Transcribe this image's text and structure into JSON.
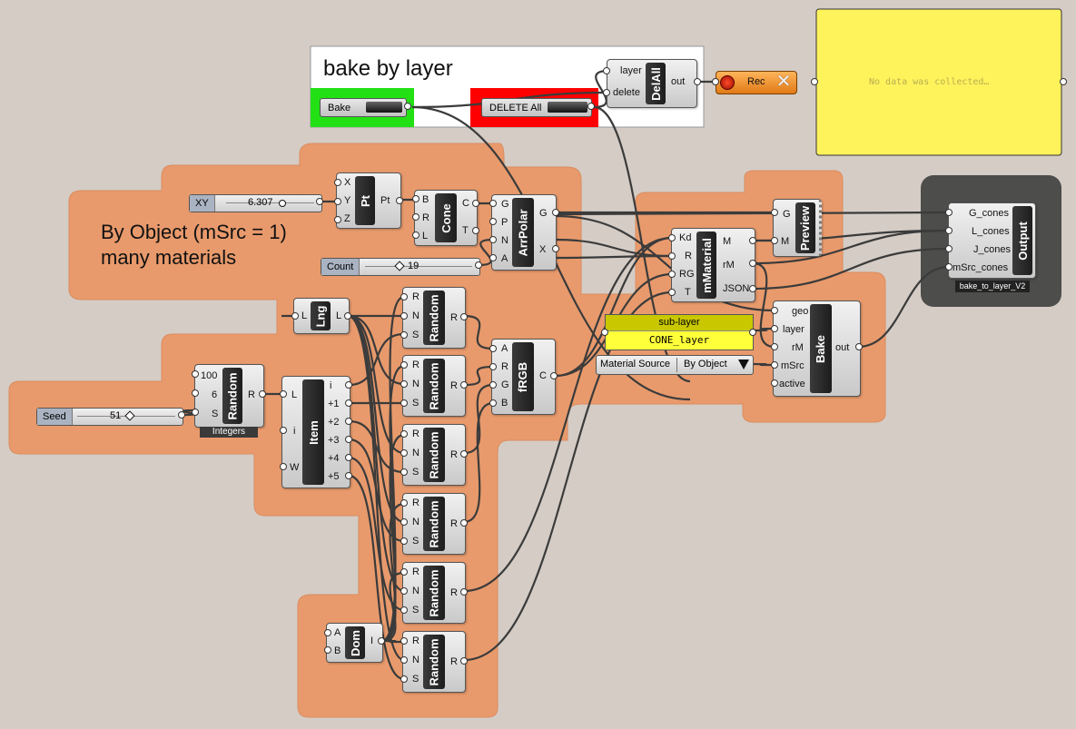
{
  "colors": {
    "canvas": "#d4ccc5",
    "group": "#e89a6c",
    "panel_yellow": "#fff35c",
    "accent_green": "#22e014",
    "accent_red": "#ff0000",
    "cluster": "#4d4d4b"
  },
  "groups": {
    "bake_by_layer_title": "bake by layer",
    "by_object_title_line1": "By Object (mSrc = 1)",
    "by_object_title_line2": "many materials"
  },
  "buttons": {
    "bake": "Bake",
    "delete_all": "DELETE All"
  },
  "delall": {
    "name": "DelAll",
    "inputs": [
      "layer",
      "delete"
    ],
    "outputs": [
      "out"
    ]
  },
  "recorder": {
    "label": "Rec"
  },
  "panel": {
    "message": "No data was collected…"
  },
  "xy_slider": {
    "label": "XY",
    "value": "6.307"
  },
  "count_slider": {
    "label": "Count",
    "value": "19"
  },
  "seed_slider": {
    "label": "Seed",
    "value": "51"
  },
  "pt": {
    "name": "Pt",
    "inputs": [
      "X",
      "Y",
      "Z"
    ],
    "outputs": [
      "Pt"
    ]
  },
  "cone": {
    "name": "Cone",
    "inputs": [
      "B",
      "R",
      "L"
    ],
    "outputs": [
      "C",
      "T"
    ]
  },
  "arrpolar": {
    "name": "ArrPolar",
    "inputs": [
      "G",
      "P",
      "N",
      "A"
    ],
    "outputs": [
      "G",
      "X"
    ]
  },
  "preview": {
    "name": "Preview",
    "inputs": [
      "G",
      "M"
    ]
  },
  "mmaterial": {
    "name": "mMaterial",
    "inputs": [
      "Kd",
      "R",
      "RG",
      "T"
    ],
    "outputs": [
      "M",
      "rM",
      "JSON"
    ]
  },
  "sublayer": {
    "label": "sub-layer",
    "value": "CONE_layer"
  },
  "material_source": {
    "label": "Material Source",
    "value": "By Object"
  },
  "bake_comp": {
    "name": "Bake",
    "inputs": [
      "geo",
      "layer",
      "rM",
      "mSrc",
      "active"
    ],
    "outputs": [
      "out"
    ]
  },
  "frgb": {
    "name": "fRGB",
    "inputs": [
      "A",
      "R",
      "G",
      "B"
    ],
    "outputs": [
      "C"
    ]
  },
  "lng": {
    "name": "Lng",
    "inputs": [
      "L"
    ],
    "outputs": [
      "L"
    ]
  },
  "rand_int": {
    "name": "Random",
    "inputs": [
      "100",
      "6",
      "S"
    ],
    "outputs": [
      "R"
    ],
    "caption": "Integers"
  },
  "item": {
    "name": "Item",
    "inputs": [
      "L",
      "i",
      "W"
    ],
    "outputs": [
      "i",
      "+1",
      "+2",
      "+3",
      "+4",
      "+5"
    ]
  },
  "random": {
    "name": "Random",
    "inputs": [
      "R",
      "N",
      "S"
    ],
    "outputs": [
      "R"
    ]
  },
  "dom": {
    "name": "Dom",
    "inputs": [
      "A",
      "B"
    ],
    "outputs": [
      "I"
    ]
  },
  "output_cluster": {
    "name": "Output",
    "inputs": [
      "G_cones",
      "L_cones",
      "J_cones",
      "mSrc_cones"
    ],
    "caption": "bake_to_layer_V2"
  }
}
